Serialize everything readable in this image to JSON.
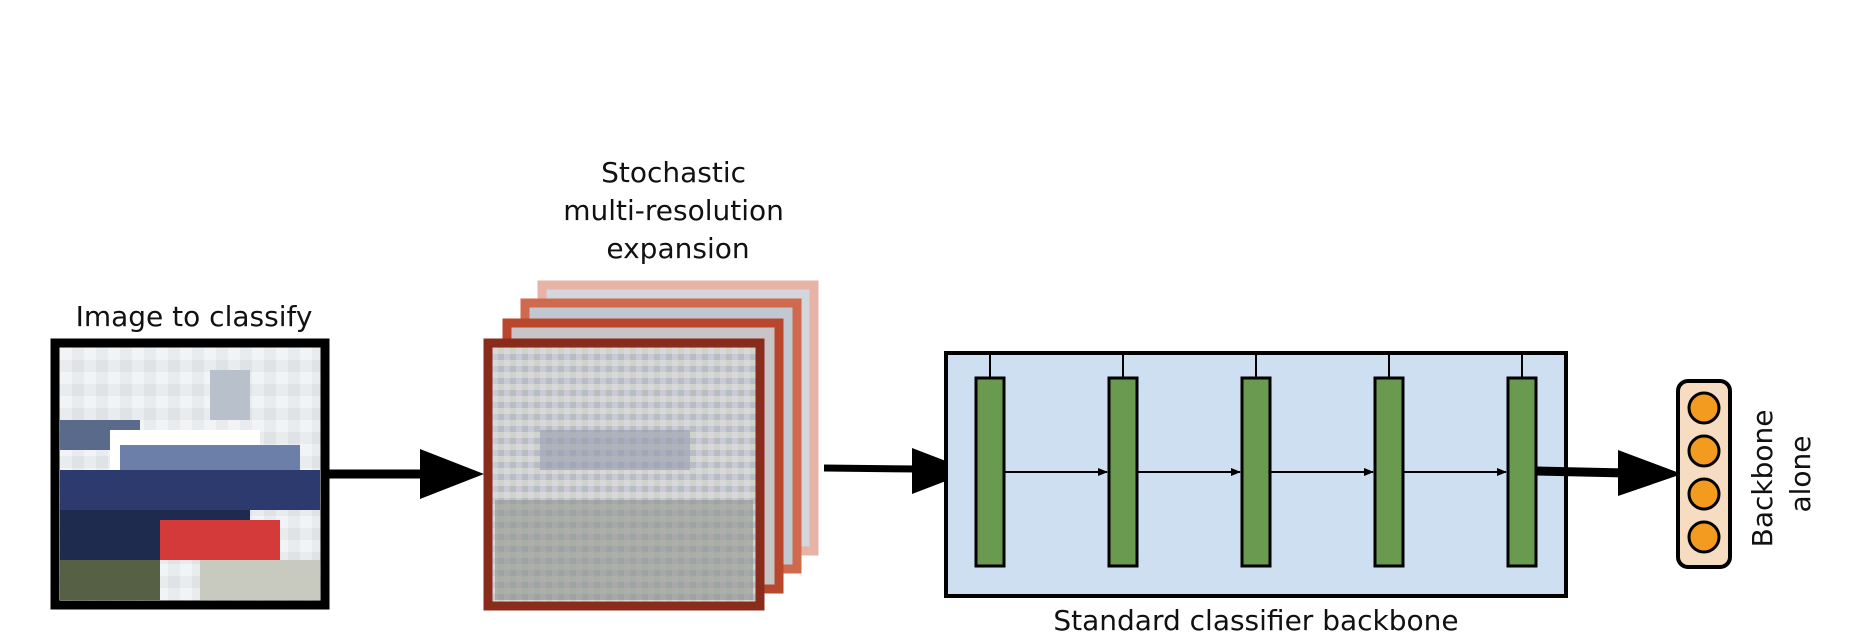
{
  "input_block": {
    "label": "Image to classify"
  },
  "expansion_block": {
    "label_lines": [
      "Stochastic",
      "multi-resolution",
      "expansion"
    ]
  },
  "backbone_block": {
    "label": "Standard classifier backbone",
    "layer_count": 5
  },
  "output_block": {
    "label_lines": [
      "Backbone",
      "alone"
    ],
    "unit_count": 4
  },
  "colors": {
    "frame_border": "#000000",
    "backbone_fill": "#cddff0",
    "layer_fill": "#6a9a50",
    "output_fill": "#f6dcc0",
    "output_unit": "#f29b1f",
    "stack_front": "#8a2c1c",
    "stack_2": "#b8472e",
    "stack_3": "#d06a4f",
    "stack_back": "#e6b3a6"
  }
}
